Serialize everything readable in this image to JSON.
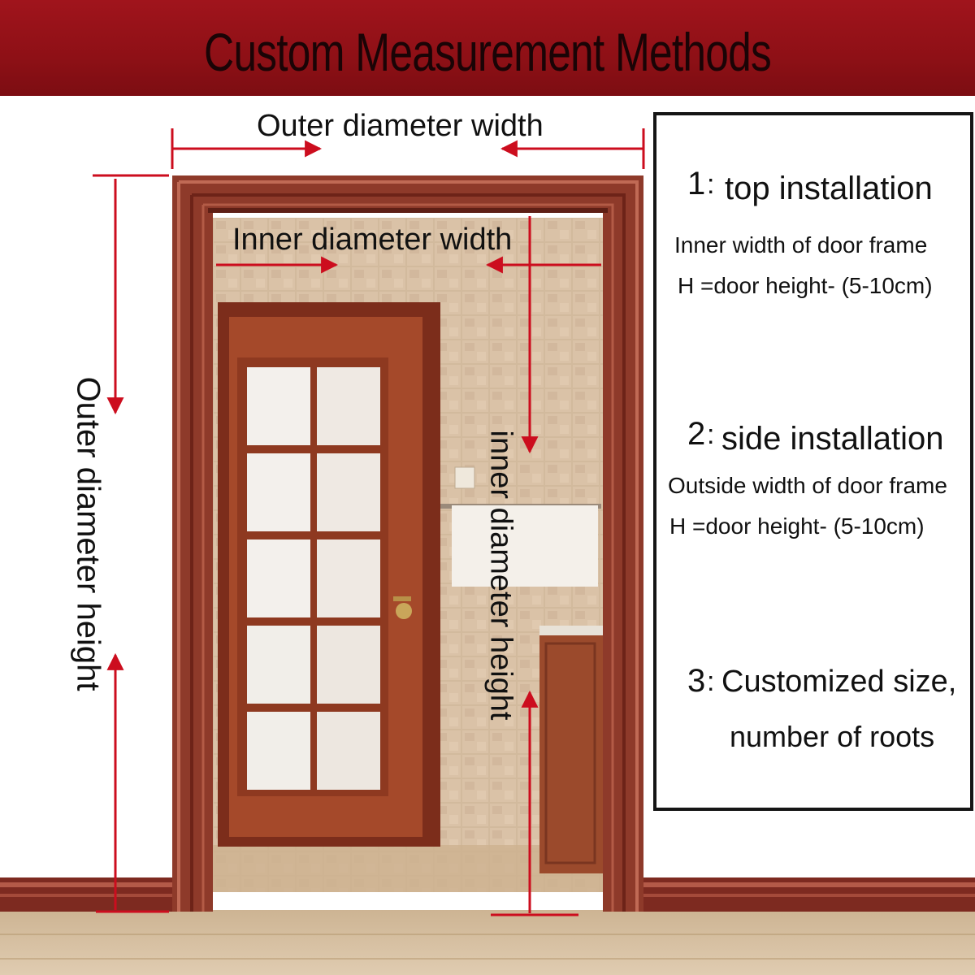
{
  "title": "Custom Measurement Methods",
  "labels": {
    "outer_width": "Outer diameter width",
    "inner_width": "Inner diameter width",
    "outer_height": "Outer diameter height",
    "inner_height": "inner diameter height"
  },
  "methods": [
    {
      "number": "1",
      "heading": "top installation",
      "lines": [
        "Inner width of door frame",
        "H =door height- (5-10cm)"
      ]
    },
    {
      "number": "2",
      "heading": "side installation",
      "lines": [
        "Outside width of door frame",
        "H =door height- (5-10cm)"
      ]
    },
    {
      "number": "3",
      "heading": "Customized size,",
      "lines": [
        "number of roots"
      ]
    }
  ],
  "colors": {
    "banner": "#8e1016",
    "arrow": "#cc0d1e",
    "frame": "#8b3326",
    "door": "#9b3f23",
    "wall_tile": "#c8aa86",
    "floor": "#d7c0a2"
  }
}
